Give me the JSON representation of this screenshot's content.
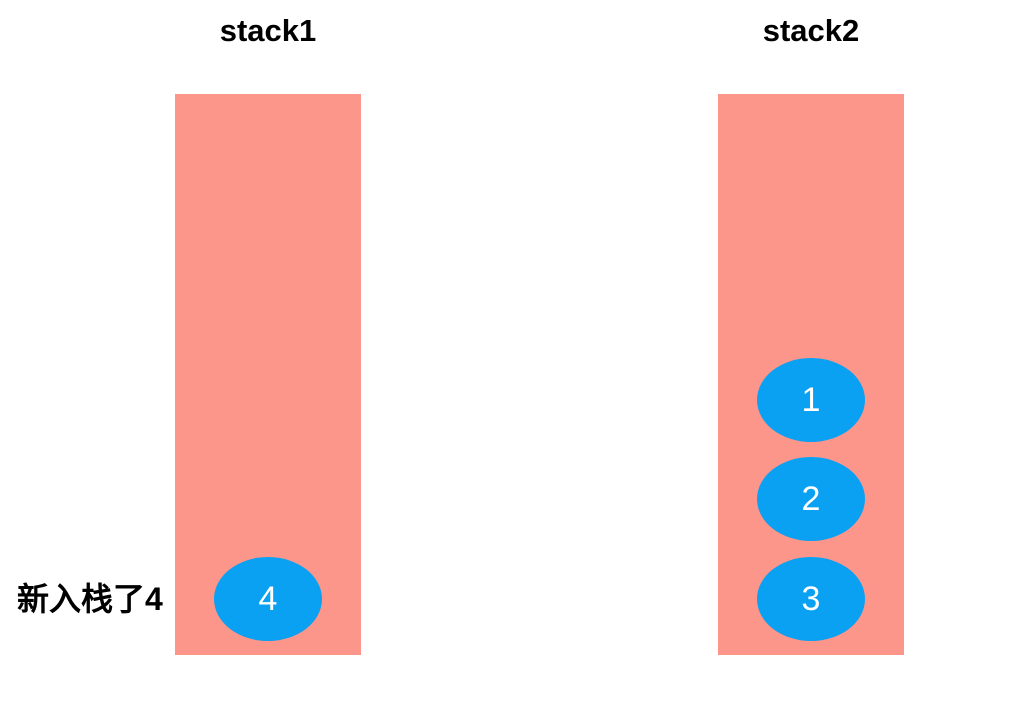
{
  "colors": {
    "background": "#ffffff",
    "stack_fill": "#fc968a",
    "item_fill": "#0aa1f2",
    "item_text": "#ffffff",
    "text": "#000000"
  },
  "stacks": [
    {
      "title": "stack1",
      "items": [
        "4"
      ]
    },
    {
      "title": "stack2",
      "items": [
        "1",
        "2",
        "3"
      ]
    }
  ],
  "annotation": "新入栈了4"
}
